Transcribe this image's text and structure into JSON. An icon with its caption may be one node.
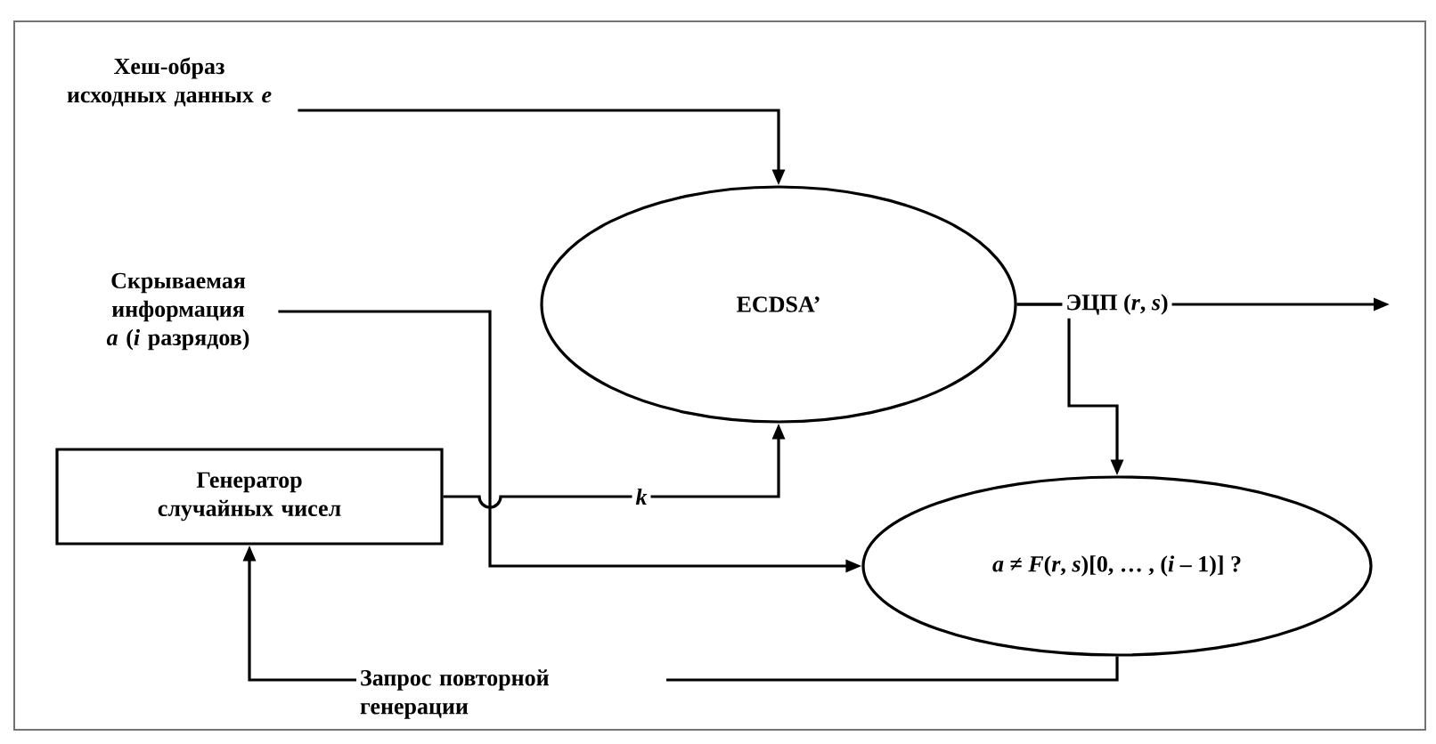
{
  "diagram": {
    "nodes": [
      {
        "text": [
          "Хеш-образ исходных данных *e*"
        ]
      },
      {
        "text": [
          "Скрываемая информация *a* (*i* разрядов)"
        ]
      },
      {
        "text": [
          "ECDSA’"
        ]
      },
      {
        "text": [
          "Генератор случайных чисел"
        ]
      },
      {
        "text": [
          "*a* ≠ *F*(*r*, *s*)[0, … , (*i* – 1)] ?"
        ]
      }
    ],
    "edges": [
      {
        "from": 0,
        "to": 2,
        "arrow": "to"
      },
      {
        "from": 1,
        "to": 4,
        "arrow": "to"
      },
      {
        "from": 3,
        "to": 2,
        "arrow": "to",
        "label": "*k*"
      },
      {
        "from": 2,
        "to": null,
        "arrow": "to",
        "label": "ЭЦП (*r*, *s*)"
      },
      {
        "from": 2,
        "to": 4,
        "arrow": "to"
      },
      {
        "from": 4,
        "to": 3,
        "arrow": "to",
        "label": "Запрос повторной генерации"
      }
    ]
  }
}
